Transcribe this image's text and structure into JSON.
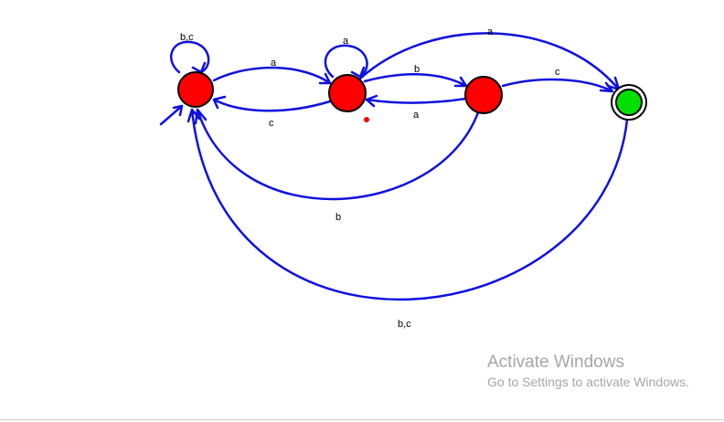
{
  "colors": {
    "edge": "#1010e0",
    "state_fill": "#ff0000",
    "accept_fill": "#00e000",
    "outline": "#000000"
  },
  "edge_labels": {
    "q0_self": "b,c",
    "q0_to_q1": "a",
    "q1_to_q0": "c",
    "q1_self": "a",
    "q1_to_q2": "b",
    "q2_to_q1": "a",
    "q1_to_q3": "a",
    "q2_to_q3": "c",
    "q2_to_q0": "b",
    "q3_to_q0": "b,c"
  },
  "watermark": {
    "title": "Activate Windows",
    "subtitle": "Go to Settings to activate Windows."
  }
}
